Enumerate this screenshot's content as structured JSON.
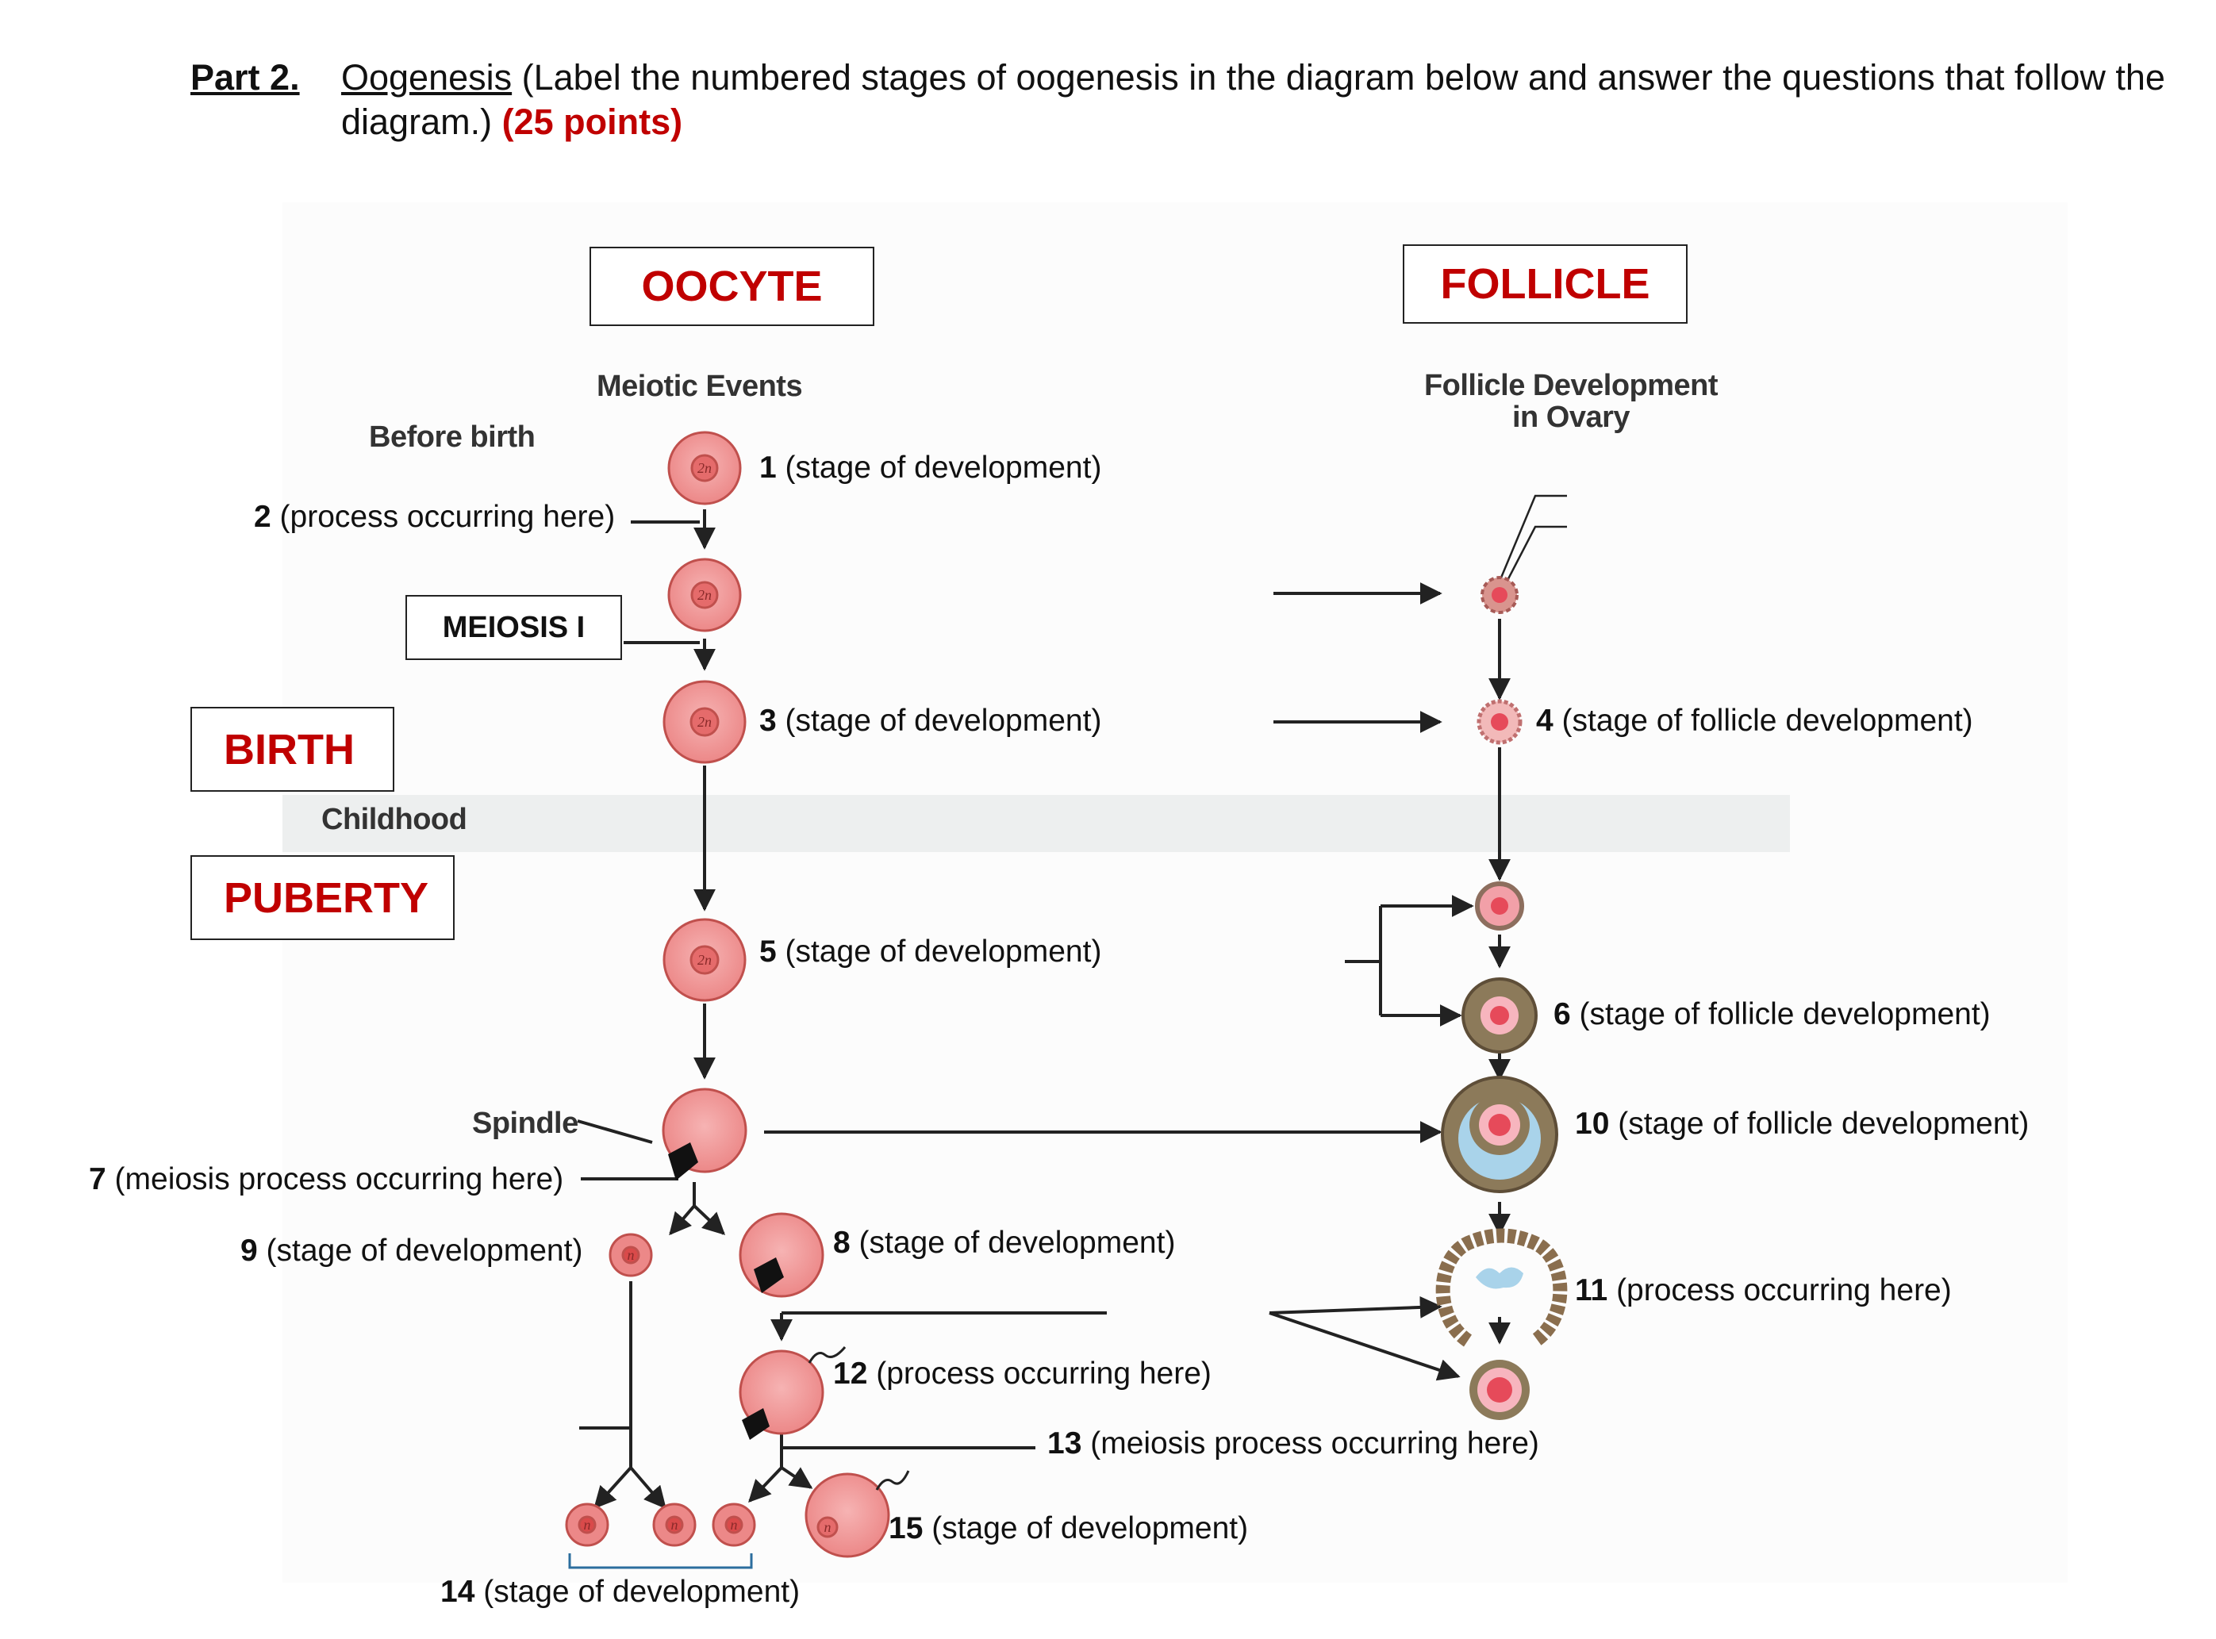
{
  "header": {
    "part": "Part 2.",
    "title_link": "Oogenesis",
    "instructions": " (Label the numbered stages of oogenesis in the diagram below and answer the questions that follow the diagram.) ",
    "points": "(25 points)"
  },
  "columns": {
    "oocyte": "OOCYTE",
    "follicle": "FOLLICLE",
    "meiotic_events": "Meiotic Events",
    "follicle_dev_line1": "Follicle Development",
    "follicle_dev_line2": "in Ovary"
  },
  "periods": {
    "before_birth": "Before birth",
    "birth": "BIRTH",
    "childhood": "Childhood",
    "puberty": "PUBERTY"
  },
  "meiosis1": "MEIOSIS I",
  "spindle": "Spindle",
  "cell_labels": {
    "diploid": "2n",
    "haploid": "n"
  },
  "labels": [
    {
      "num": "1",
      "text": " (stage of development)"
    },
    {
      "num": "2",
      "text": " (process occurring here)"
    },
    {
      "num": "3",
      "text": " (stage of development)"
    },
    {
      "num": "4",
      "text": " (stage of follicle development)"
    },
    {
      "num": "5",
      "text": " (stage of development)"
    },
    {
      "num": "6",
      "text": " (stage of follicle development)"
    },
    {
      "num": "7",
      "text": " (meiosis process occurring here)"
    },
    {
      "num": "8",
      "text": " (stage of development)"
    },
    {
      "num": "9",
      "text": " (stage of development)"
    },
    {
      "num": "10",
      "text": " (stage of follicle development)"
    },
    {
      "num": "11",
      "text": " (process occurring here)"
    },
    {
      "num": "12",
      "text": " (process occurring here)"
    },
    {
      "num": "13",
      "text": " (meiosis process occurring here)"
    },
    {
      "num": "14",
      "text": " (stage of development)"
    },
    {
      "num": "15",
      "text": " (stage of development)"
    }
  ]
}
